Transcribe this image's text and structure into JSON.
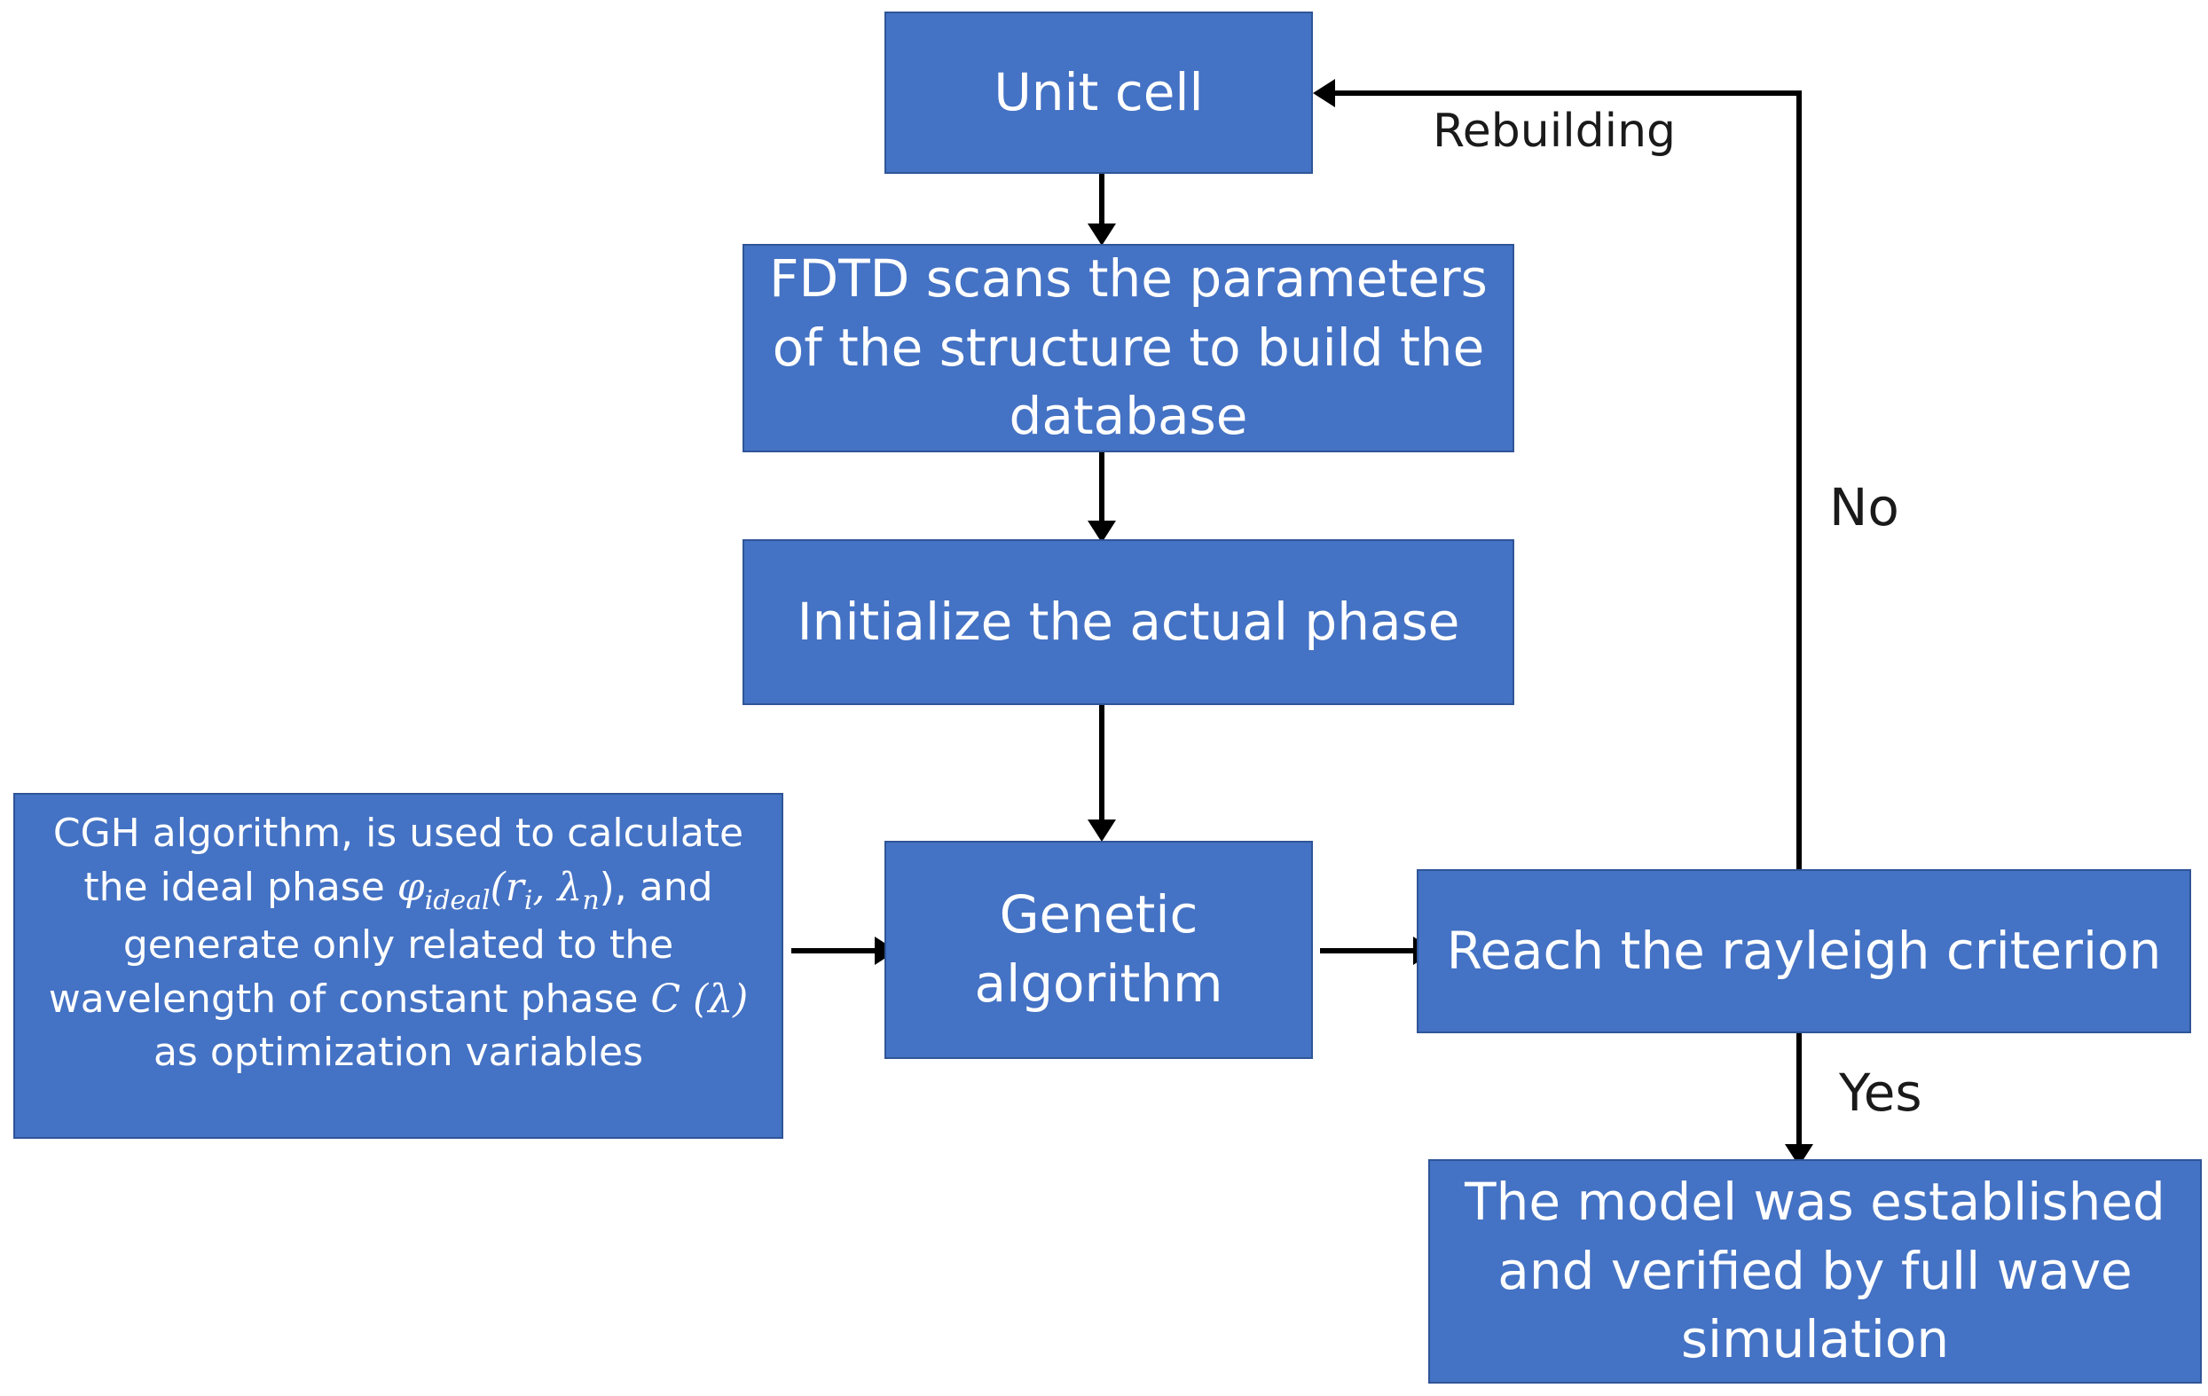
{
  "nodes": {
    "unit_cell": "Unit cell",
    "fdtd": "FDTD scans the parameters of the structure to build the database",
    "init_phase": "Initialize the actual phase",
    "genetic": "Genetic algorithm",
    "rayleigh": "Reach the rayleigh criterion",
    "model": "The model was established and verified by full wave simulation",
    "cgh": {
      "line1": "CGH algorithm, is used to calculate",
      "line2_pre": "the ideal phase ",
      "phi": "φ",
      "ideal": "ideal",
      "args_open": "(r",
      "sub_i": "i",
      "comma": ", λ",
      "sub_n": "n",
      "args_close": "), and",
      "line3": "generate only related to the",
      "line4_pre": "wavelength of constant phase ",
      "c_lambda": "C (λ)",
      "line5": "as optimization variables"
    }
  },
  "edge_labels": {
    "rebuilding": "Rebuilding",
    "no": "No",
    "yes": "Yes"
  },
  "colors": {
    "box_fill": "#4472C4",
    "box_border": "#2F5597",
    "box_text": "#FFFFFF",
    "arrow": "#000000"
  }
}
